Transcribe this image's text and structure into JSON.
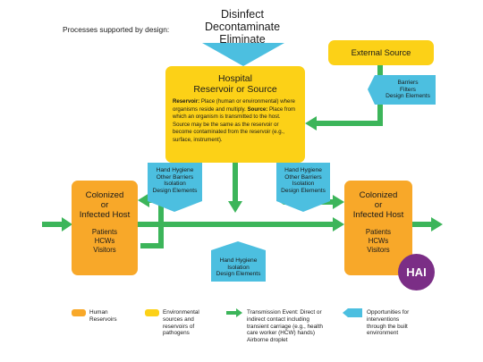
{
  "header": {
    "caption": "Processes supported by design:",
    "actions": [
      "Disinfect",
      "Decontaminate",
      "Eliminate"
    ]
  },
  "hospital": {
    "title_line1": "Hospital",
    "title_line2": "Reservoir or Source",
    "reservoir_label": "Reservoir:",
    "reservoir_text": "Place (human or environmental) where organisms reside and multiply.",
    "source_label": "Source:",
    "source_text": "Place from which an organism is transmitted to the host. Source may be the same as the reservoir or become contaminated from the reservoir (e.g., surface, instrument)."
  },
  "external_source": "External Source",
  "barriers_tag": [
    "Barriers",
    "Filters",
    "Design Elements"
  ],
  "left_tag": [
    "Hand Hygiene",
    "Other Barriers",
    "Isolation",
    "Design Elements"
  ],
  "right_tag": [
    "Hand Hygiene",
    "Other Barriers",
    "Isolation",
    "Design Elements"
  ],
  "bottom_tag": [
    "Hand Hygiene",
    "Isolation",
    "Design Elements"
  ],
  "host_left": {
    "name": [
      "Colonized",
      "or",
      "Infected Host"
    ],
    "members": [
      "Patients",
      "HCWs",
      "Visitors"
    ]
  },
  "host_right": {
    "name": [
      "Colonized",
      "or",
      "Infected Host"
    ],
    "members": [
      "Patients",
      "HCWs",
      "Visitors"
    ]
  },
  "hai_badge": "HAI",
  "legend": {
    "human": [
      "Human",
      "Reservoirs"
    ],
    "environmental": [
      "Environmental",
      "sources and",
      "reservoirs of",
      "pathogens"
    ],
    "transmission": [
      "Transmission Event: Direct or",
      "indirect contact including",
      "transient carriage (e.g., health",
      "care worker (HCW) hands)",
      "Airborne droplet"
    ],
    "opportunities": [
      "Opportunities for",
      "interventions",
      "through the built",
      "environment"
    ]
  },
  "colors": {
    "yellow": "#fcd117",
    "orange": "#f8a829",
    "green": "#3cb55a",
    "blue": "#4cbfe0",
    "purple": "#7b2e86"
  }
}
